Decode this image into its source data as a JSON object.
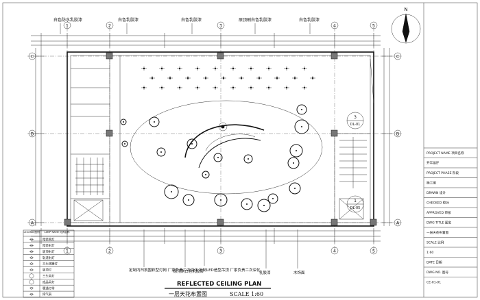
{
  "drawing": {
    "title_en": "REFLECTED CEILING PLAN",
    "title_cn": "一层天花布置图",
    "scale": "SCALE 1:60"
  },
  "grid": {
    "columns": [
      "1",
      "2",
      "3",
      "4",
      "5"
    ],
    "rows": [
      "C",
      "B",
      "A"
    ]
  },
  "ceiling_notes_top": [
    "白色防水乳胶漆",
    "白色乳胶漆",
    "白色乳胶漆",
    "原顶刷白色乳胶漆",
    "白色乳胶漆"
  ],
  "notes_bottom": [
    "定制内凹氛围彩型灯网\n厂家负责二次深化",
    "原顶刷白色乳胶漆",
    "定制LED造型吊顶\n厂家负责二次深化",
    "乳胶漆",
    "木饰面"
  ],
  "section_marks": [
    {
      "id": "3",
      "ref": "DL-01"
    },
    {
      "id": "1",
      "ref": "DL-05"
    }
  ],
  "legend": {
    "header_legend": "LEGEND\n图例",
    "header_lamp": "LAMP NAME\n灯具名称",
    "items": [
      "暗装筒灯",
      "暗装射灯",
      "吸顶射灯",
      "轨道射灯",
      "三头格栅灯",
      "吸顶灯",
      "三头吊灯",
      "成品吊灯",
      "暖通灯带",
      "排气扇"
    ]
  },
  "titleblock": {
    "lines": [
      "PROJECT NAME 项目名称",
      "开平展厅",
      "PROJECT PHASE 阶段",
      "施工图",
      "DRAWN 设计",
      "CHECKED 校对",
      "APPROVED 审核",
      "DWG TITLE 图名",
      "一层天花布置图",
      "SCALE 比例",
      "1:60",
      "DATE 日期",
      "DWG NO. 图号",
      "CE-01-01"
    ]
  },
  "north_label": "N"
}
